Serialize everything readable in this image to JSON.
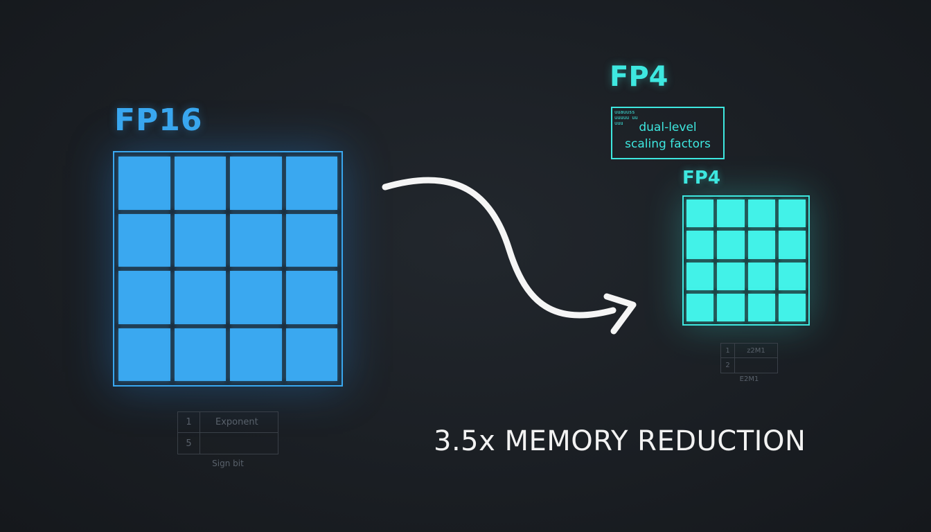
{
  "fp16": {
    "title": "FP16",
    "grid": {
      "rows": 4,
      "cols": 4
    },
    "bits_table": {
      "r1c1": "1",
      "r1c2": "Exponent",
      "r2c1": "5",
      "caption": "Sign bit"
    }
  },
  "fp4": {
    "title_top": "FP4",
    "scaling_tiny_text": "uuauuss\nuuuuu uu\nuuu",
    "scaling_label_line1": "dual-level",
    "scaling_label_line2": "scaling factors",
    "title_mid": "FP4",
    "grid": {
      "rows": 4,
      "cols": 4
    },
    "bits_table": {
      "r1c1": "1",
      "r1c2": "z2M1",
      "r2c1": "2",
      "caption": "E2M1"
    }
  },
  "headline": "3.5x MEMORY REDUCTION",
  "colors": {
    "fp16_blue": "#3aa8f0",
    "fp4_cyan": "#42f2e8",
    "arrow": "#f5f5f5",
    "background": "#1a1e23"
  },
  "icons": {
    "arrow": "curved-arrow-icon"
  }
}
